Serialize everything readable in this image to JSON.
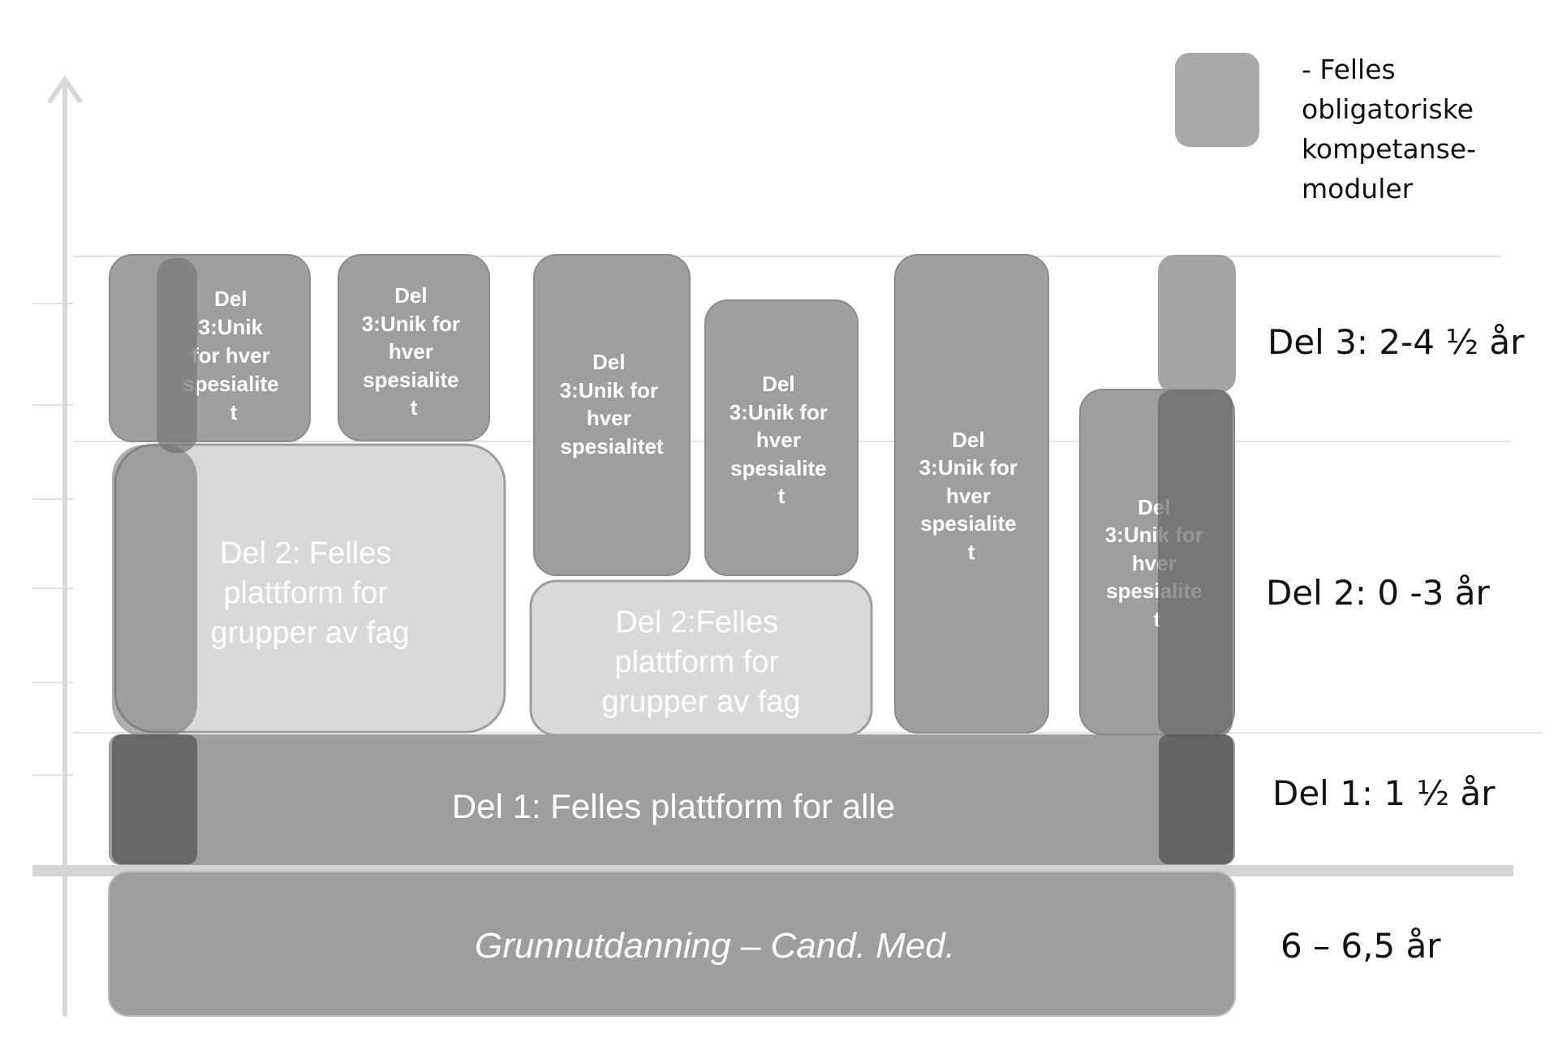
{
  "legend": {
    "lines": [
      "- Felles",
      "obligatoriske",
      "kompetanse-",
      "moduler"
    ],
    "swatch_color": "#a9a9a9"
  },
  "side_labels": {
    "del3": "Del 3: 2-4 ½ år",
    "del2": "Del 2: 0 -3 år",
    "del1": "Del 1: 1 ½ år",
    "grunn": "6 – 6,5 år"
  },
  "blocks": {
    "grunnutdanning": "Grunnutdanning – Cand. Med.",
    "del1": "Del 1: Felles plattform  for alle",
    "del2_a": [
      "Del 2:  Felles",
      "plattform for",
      "grupper av fag"
    ],
    "del2_b": [
      "Del 2:Felles",
      "plattform for",
      "grupper av fag"
    ],
    "del3_1": [
      "Del",
      "3:Unik",
      "for hver",
      "spesialite",
      "t"
    ],
    "del3_2": [
      "Del",
      "3:Unik for",
      "hver",
      "spesialite",
      "t"
    ],
    "del3_3": [
      "Del",
      "3:Unik for",
      "hver",
      "spesialitet"
    ],
    "del3_4": [
      "Del",
      "3:Unik for",
      "hver",
      "spesialite",
      "t"
    ],
    "del3_5": [
      "Del",
      "3:Unik for",
      "hver",
      "spesialite",
      "t"
    ],
    "del3_6": [
      "Del",
      "3:Unik for",
      "hver",
      "spesialite",
      "t"
    ]
  },
  "colors": {
    "block_mid": "#9e9e9e",
    "block_light": "#d9d9d9",
    "common_module": "#707070",
    "axis": "#dcdcdc",
    "text_white": "#ffffff",
    "text_dark": "#111111"
  }
}
